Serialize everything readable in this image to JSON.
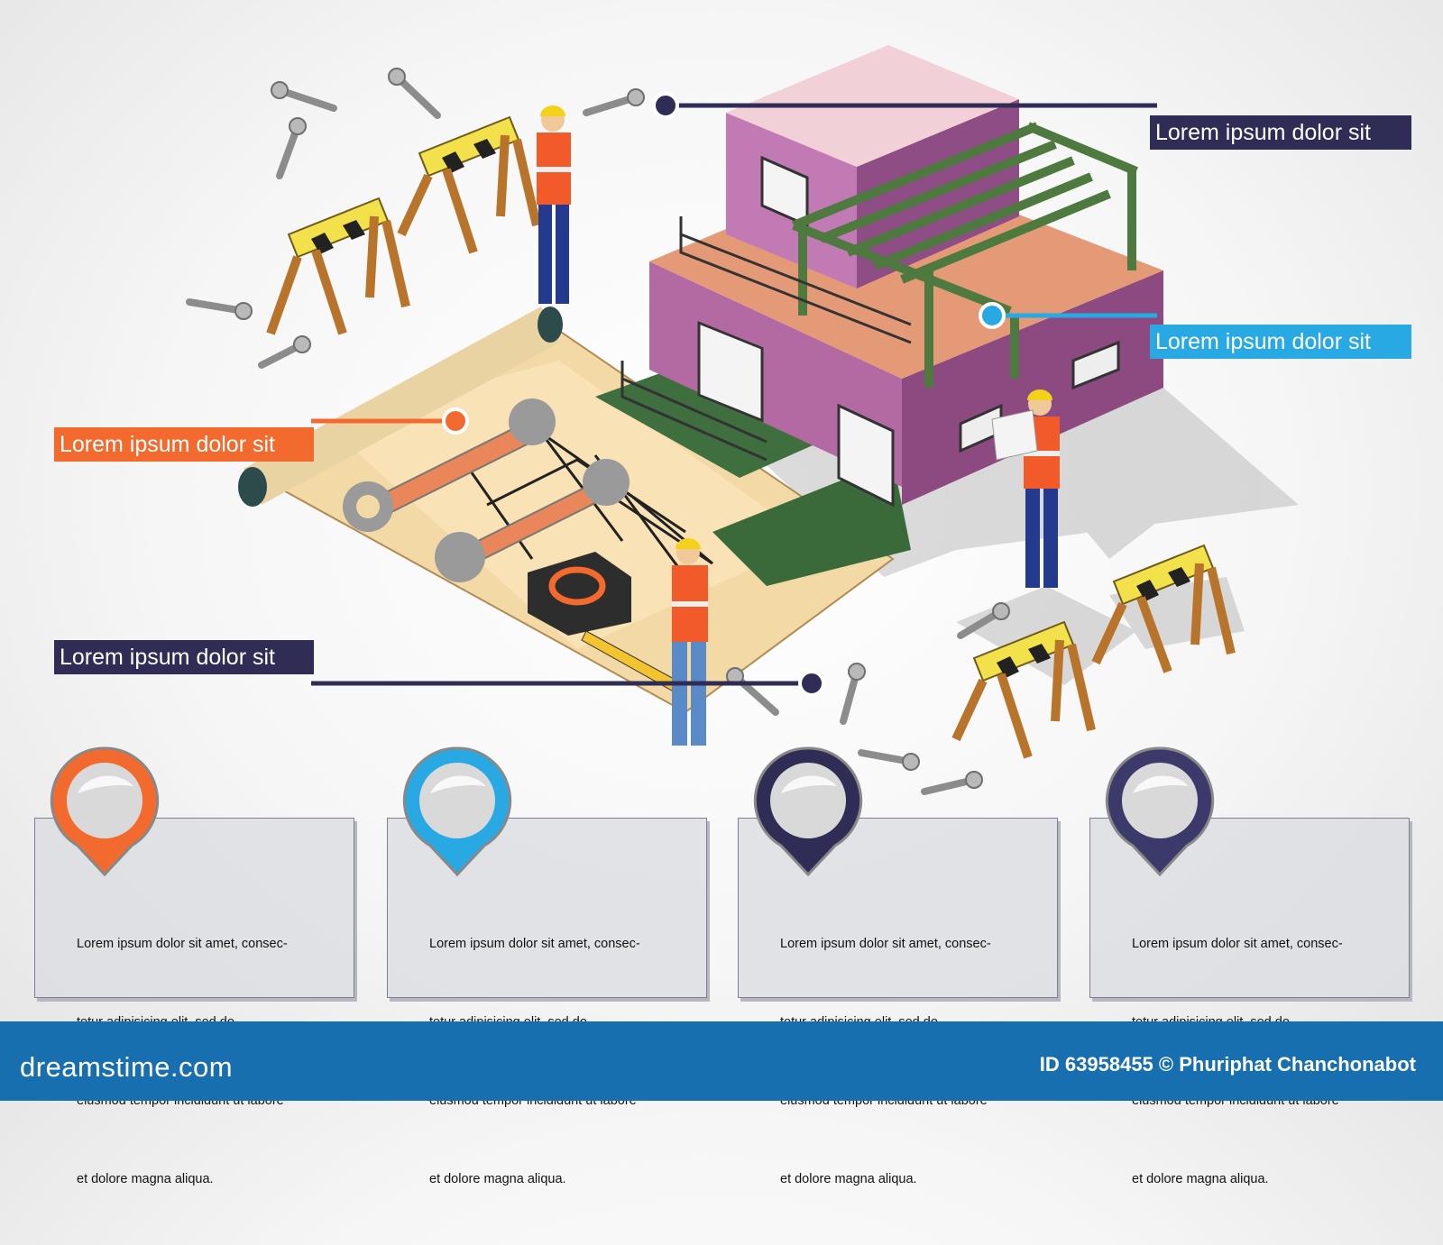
{
  "callouts": [
    {
      "text": "Lorem ipsum dolor sit",
      "color": "#2f2c56"
    },
    {
      "text": "Lorem ipsum dolor sit",
      "color": "#29a9e4"
    },
    {
      "text": "Lorem ipsum dolor sit",
      "color": "#f26a2e"
    },
    {
      "text": "Lorem ipsum dolor sit",
      "color": "#2f2c56"
    }
  ],
  "cards": [
    {
      "pin_color": "#f26a2e",
      "lines": [
        "Lorem ipsum dolor sit amet, consec-",
        "tetur adipisicing elit, sed do",
        "eiusmod tempor incididunt ut labore",
        "et dolore magna aliqua."
      ]
    },
    {
      "pin_color": "#29a9e4",
      "lines": [
        "Lorem ipsum dolor sit amet, consec-",
        "tetur adipisicing elit, sed do",
        "eiusmod tempor incididunt ut labore",
        "et dolore magna aliqua."
      ]
    },
    {
      "pin_color": "#2f2c56",
      "lines": [
        "Lorem ipsum dolor sit amet, consec-",
        "tetur adipisicing elit, sed do",
        "eiusmod tempor incididunt ut labore",
        "et dolore magna aliqua."
      ]
    },
    {
      "pin_color": "#3b3a6b",
      "lines": [
        "Lorem ipsum dolor sit amet, consec-",
        "tetur adipisicing elit, sed do",
        "eiusmod tempor incididunt ut labore",
        "et dolore magna aliqua."
      ]
    }
  ],
  "footer": {
    "brand": "dreamstime.com",
    "credit": "ID 63958455 © Phuriphat Chanchonabot"
  }
}
